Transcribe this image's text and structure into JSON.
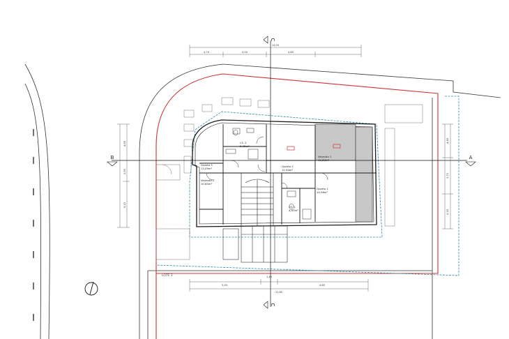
{
  "sections": {
    "A": "A",
    "B": "B",
    "C": "C"
  },
  "lot_label": "LOTE 2",
  "rooms": [
    {
      "name": "Quarto 3",
      "area": "13,09m²"
    },
    {
      "name": "Quarto 2",
      "area": "11,94m²"
    },
    {
      "name": "Quarto 1",
      "area": "14,06m²"
    },
    {
      "name": "Varanda 1",
      "area": "11,60m²"
    },
    {
      "name": "Varanda 2",
      "area": "10,65m²"
    },
    {
      "name": "I.S. 1",
      "area": "4,97m²"
    },
    {
      "name": "I.S. 2",
      "area": "5,05m²"
    }
  ],
  "dimensions_top": [
    "4,70",
    "4,50",
    "4,85",
    "14,05"
  ],
  "dimensions_bottom": [
    "5,55",
    "1,45",
    "4,85",
    "11,85"
  ],
  "dimensions_left": [
    "4,60",
    "2,50",
    "5,10"
  ],
  "dimensions_right": [
    "4,45",
    "3,70",
    "2,15"
  ],
  "colors": {
    "boundary": "#cc3333",
    "setback": "#2a8aa8",
    "hatch": "#c8c8c8",
    "line": "#1a1a1a"
  }
}
